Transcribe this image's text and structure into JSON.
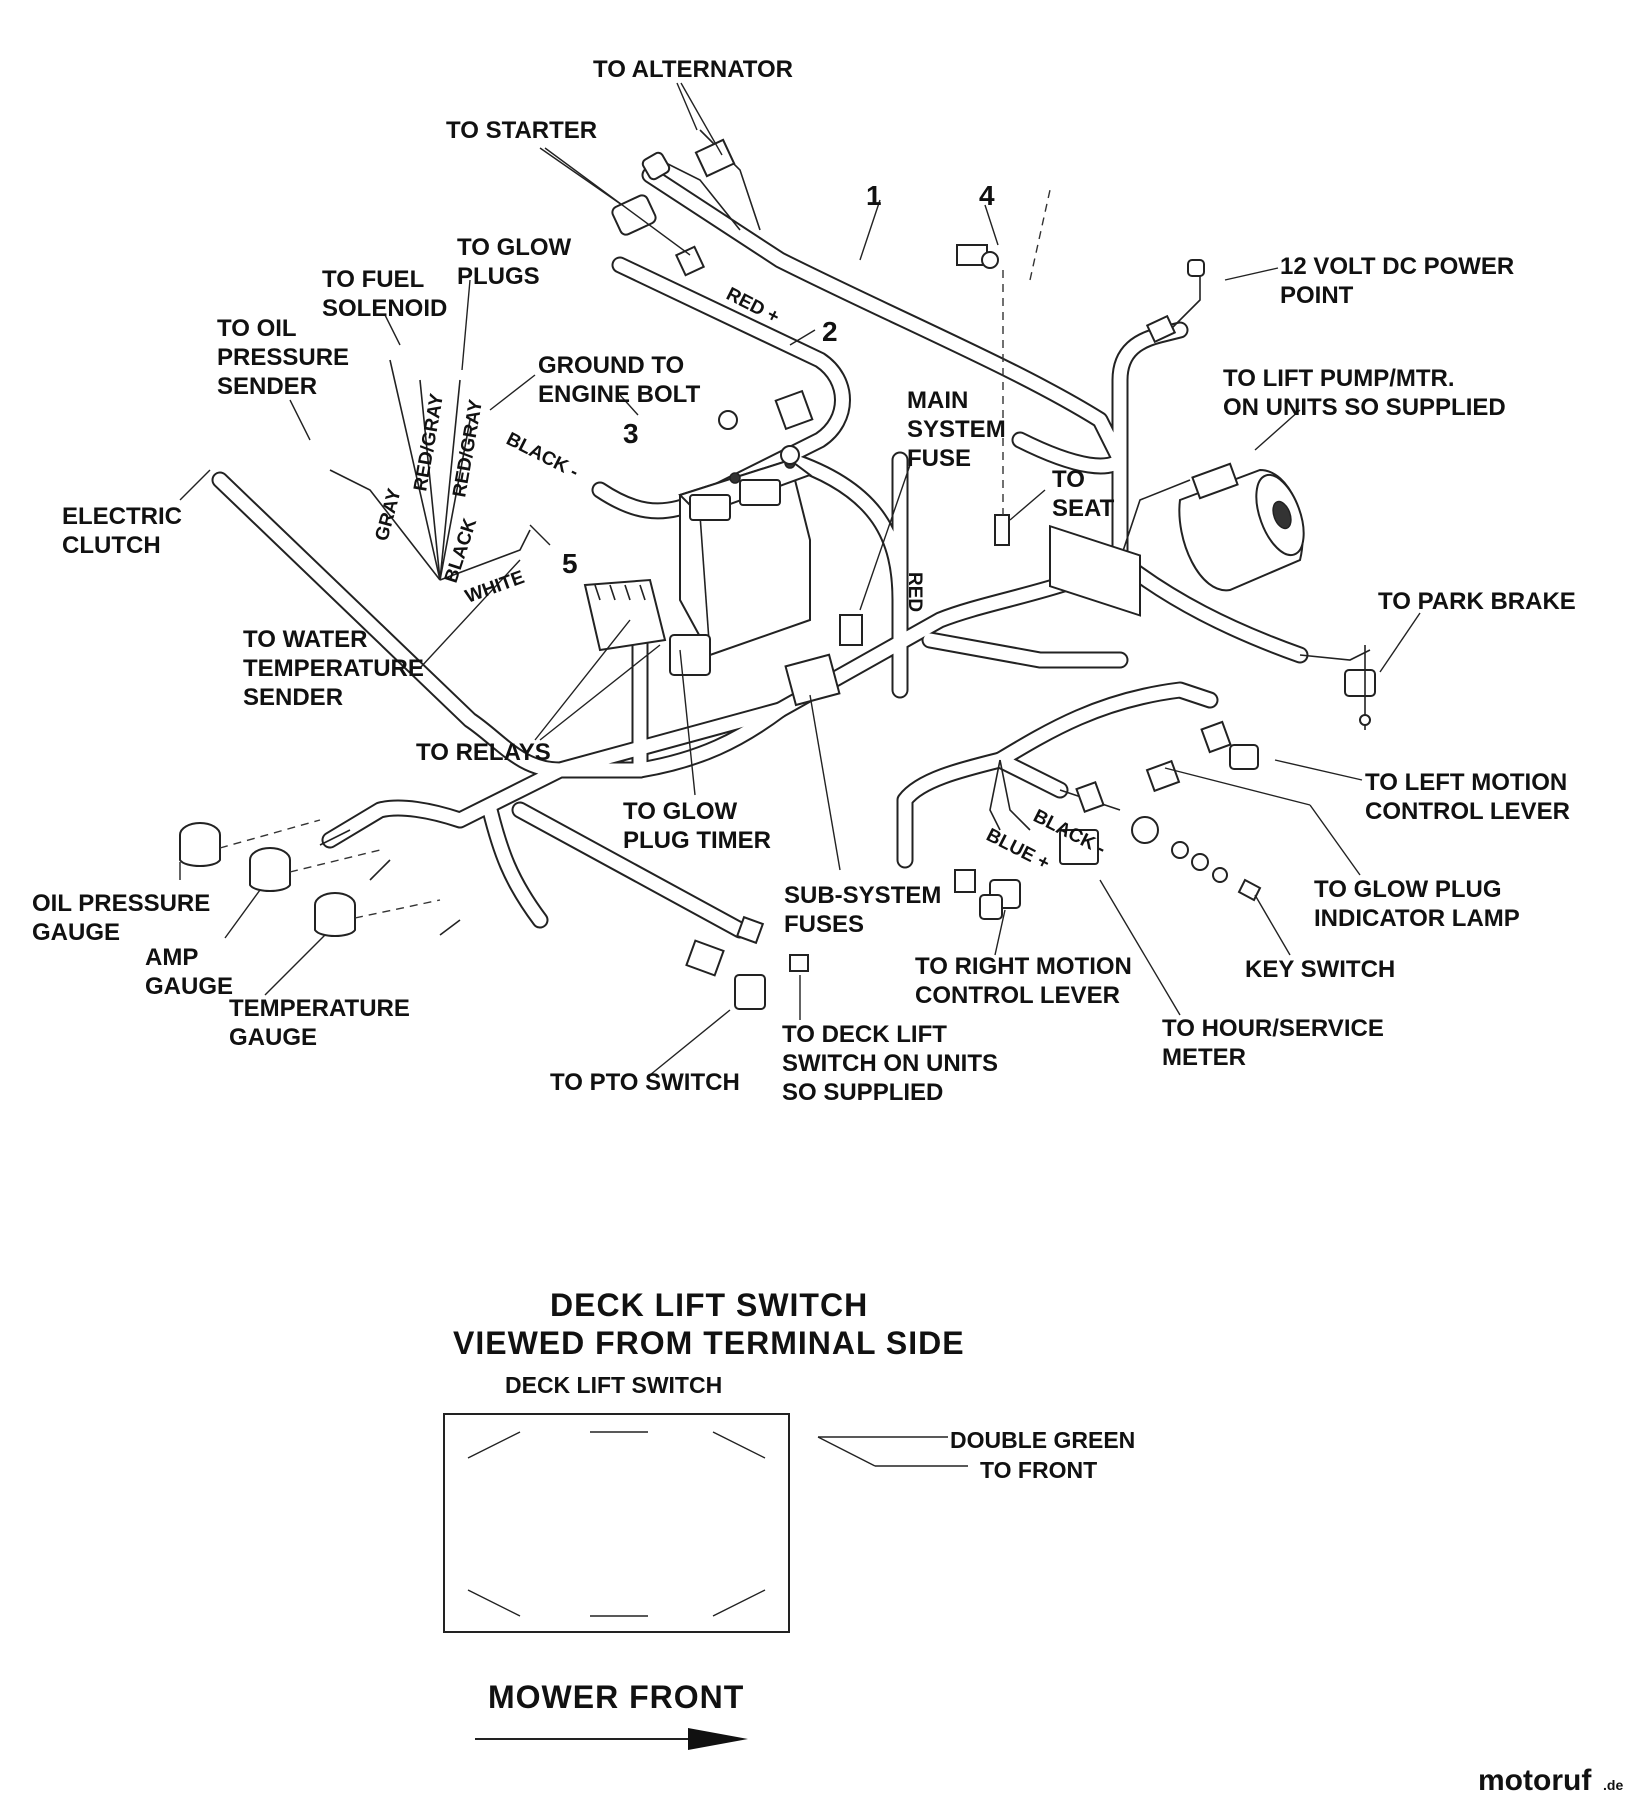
{
  "labels": {
    "to_alternator": "TO ALTERNATOR",
    "to_starter": "TO STARTER",
    "to_glow_plugs": [
      "TO GLOW",
      "PLUGS"
    ],
    "to_fuel_solenoid": [
      "TO FUEL",
      "SOLENOID"
    ],
    "to_oil_pressure_sender": [
      "TO OIL",
      "PRESSURE",
      "SENDER"
    ],
    "ground_to_engine_bolt": [
      "GROUND TO",
      "ENGINE BOLT"
    ],
    "electric_clutch": [
      "ELECTRIC",
      "CLUTCH"
    ],
    "main_system_fuse": [
      "MAIN",
      "SYSTEM",
      "FUSE"
    ],
    "to_seat": [
      "TO",
      "SEAT"
    ],
    "twelve_volt_power_point": [
      "12 VOLT DC POWER",
      "POINT"
    ],
    "to_lift_pump": [
      "TO LIFT PUMP/MTR.",
      "ON UNITS SO SUPPLIED"
    ],
    "to_park_brake": "TO PARK BRAKE",
    "to_water_temperature_sender": [
      "TO WATER",
      "TEMPERATURE",
      "SENDER"
    ],
    "to_relays": "TO RELAYS",
    "to_glow_plug_timer": [
      "TO GLOW",
      "PLUG TIMER"
    ],
    "sub_system_fuses": [
      "SUB-SYSTEM",
      "FUSES"
    ],
    "to_left_motion_control_lever": [
      "TO LEFT MOTION",
      "CONTROL LEVER"
    ],
    "to_glow_plug_indicator_lamp": [
      "TO GLOW PLUG",
      "INDICATOR LAMP"
    ],
    "key_switch": "KEY SWITCH",
    "to_right_motion_control_lever": [
      "TO RIGHT MOTION",
      "CONTROL LEVER"
    ],
    "to_hour_service_meter": [
      "TO HOUR/SERVICE",
      "METER"
    ],
    "oil_pressure_gauge": [
      "OIL PRESSURE",
      "GAUGE"
    ],
    "amp_gauge": [
      "AMP",
      "GAUGE"
    ],
    "temperature_gauge": [
      "TEMPERATURE",
      "GAUGE"
    ],
    "to_pto_switch": "TO PTO SWITCH",
    "to_deck_lift_switch": [
      "TO DECK LIFT",
      "SWITCH ON UNITS",
      "SO SUPPLIED"
    ]
  },
  "callouts": [
    "1",
    "2",
    "3",
    "4",
    "5"
  ],
  "wire_colors": {
    "red_plus": "RED +",
    "black_minus": "BLACK -",
    "red_gray_1": "RED/GRAY",
    "red_gray_2": "RED/GRAY",
    "gray": "GRAY",
    "black": "BLACK",
    "white": "WHITE",
    "red": "RED",
    "black_minus_2": "BLACK -",
    "blue_plus": "BLUE +"
  },
  "deck_section": {
    "title_line1": "DECK LIFT SWITCH",
    "title_line2": "VIEWED FROM TERMINAL SIDE",
    "box_label": "DECK LIFT SWITCH",
    "note": [
      "DOUBLE GREEN",
      "TO FRONT"
    ],
    "direction": "MOWER FRONT"
  },
  "watermark": {
    "text": "motoruf",
    "suffix": ".de"
  },
  "colors": {
    "line": "#222222",
    "watermark": "#2d3a86"
  },
  "icons": [
    "battery-icon",
    "gauge-icon",
    "motor-icon",
    "connector-icon",
    "arrow-right-icon"
  ]
}
